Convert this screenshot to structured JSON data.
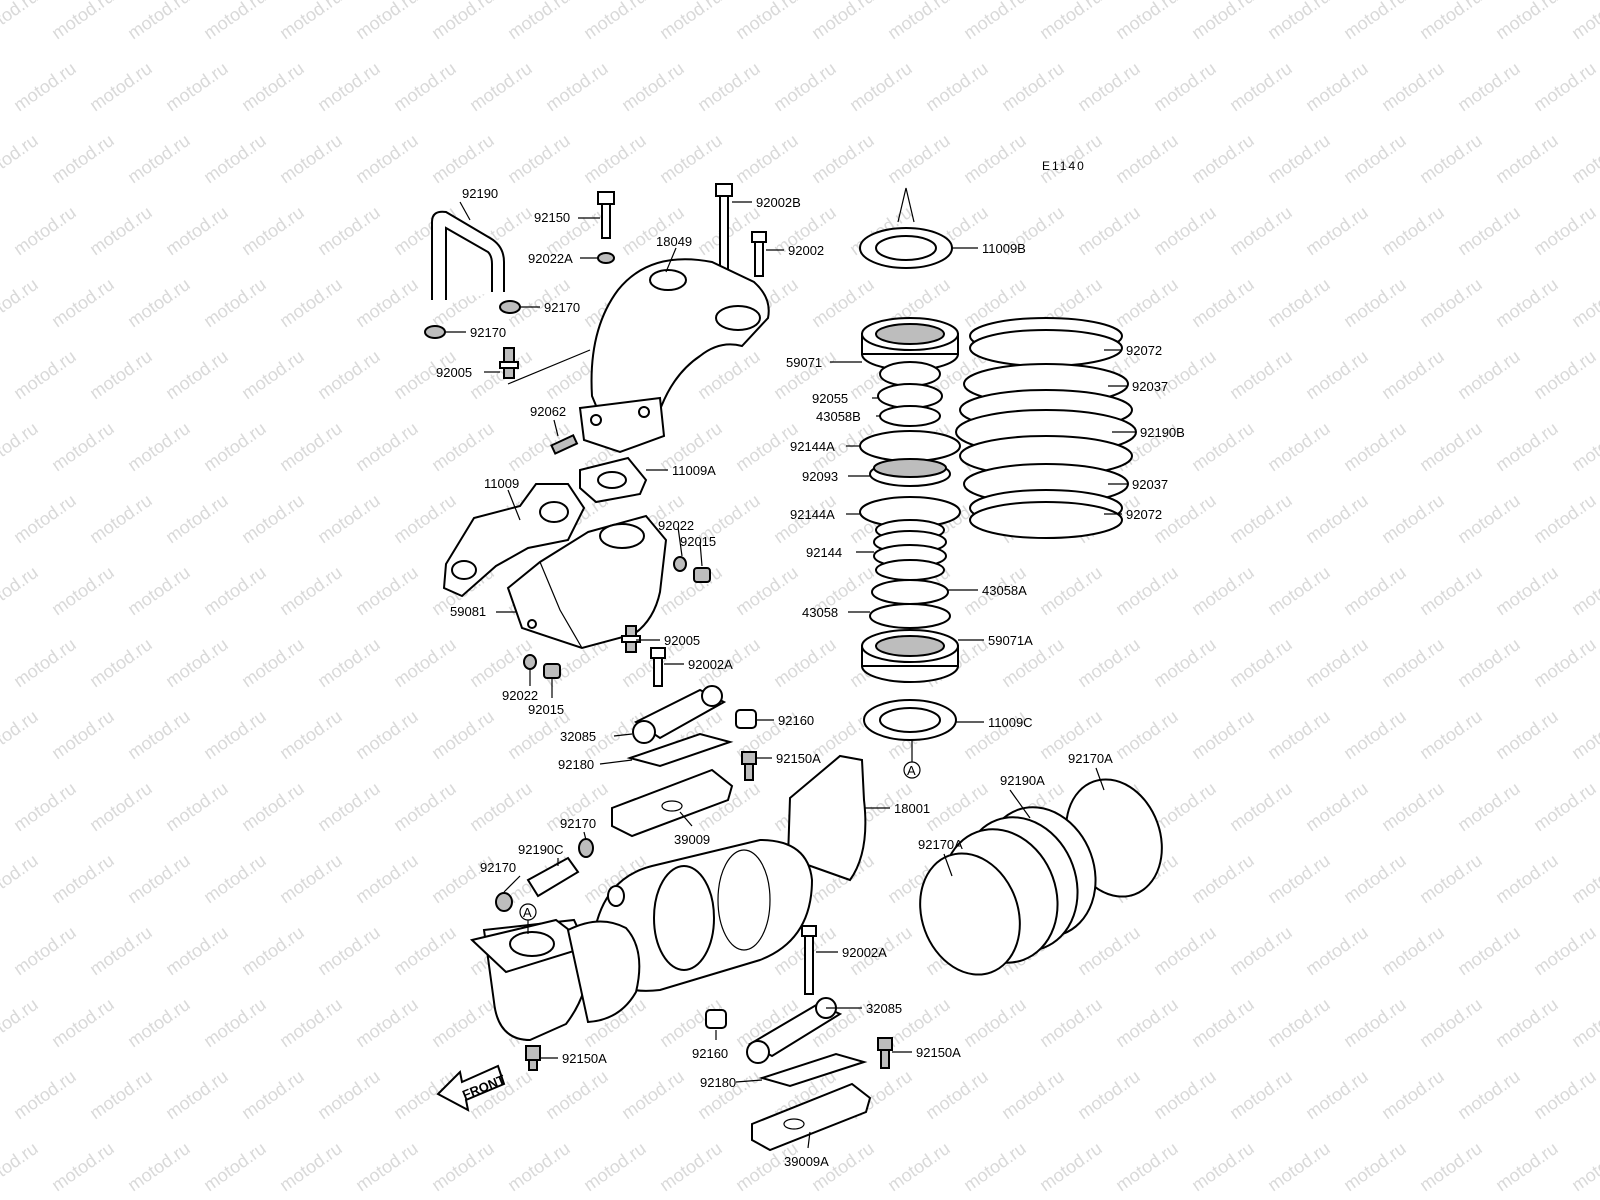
{
  "diagram": {
    "code": "E1140",
    "watermark": "motod.ru",
    "front_label": "FRONT",
    "refs": {
      "a1": "A",
      "a2": "A"
    },
    "labels": {
      "l92190": "92190",
      "l92150": "92150",
      "l92002B": "92002B",
      "l18049": "18049",
      "l92022A": "92022A",
      "l92002": "92002",
      "l92170_a": "92170",
      "l92170_b": "92170",
      "l92005_a": "92005",
      "l92062": "92062",
      "l11009A": "11009A",
      "l11009": "11009",
      "l92022_a": "92022",
      "l92015_a": "92015",
      "l59081": "59081",
      "l92005_b": "92005",
      "l92002A_a": "92002A",
      "l92022_b": "92022",
      "l92015_b": "92015",
      "l32085_a": "32085",
      "l92160_a": "92160",
      "l92180_a": "92180",
      "l92150A_a": "92150A",
      "l18001": "18001",
      "l39009": "39009",
      "l92170_c": "92170",
      "l92190C": "92190C",
      "l92170_d": "92170",
      "l92002A_b": "92002A",
      "l32085_b": "32085",
      "l92150A_b": "92150A",
      "l92160_b": "92160",
      "l92150A_c": "92150A",
      "l92180_b": "92180",
      "l39009A": "39009A",
      "l11009B": "11009B",
      "l59071": "59071",
      "l92055": "92055",
      "l43058B": "43058B",
      "l92144A_a": "92144A",
      "l92093": "92093",
      "l92144A_b": "92144A",
      "l92144": "92144",
      "l43058A": "43058A",
      "l43058": "43058",
      "l59071A": "59071A",
      "l11009C": "11009C",
      "l92072_a": "92072",
      "l92037_a": "92037",
      "l92190B": "92190B",
      "l92037_b": "92037",
      "l92072_b": "92072",
      "l92170A_a": "92170A",
      "l92190A": "92190A",
      "l92170A_b": "92170A"
    }
  }
}
